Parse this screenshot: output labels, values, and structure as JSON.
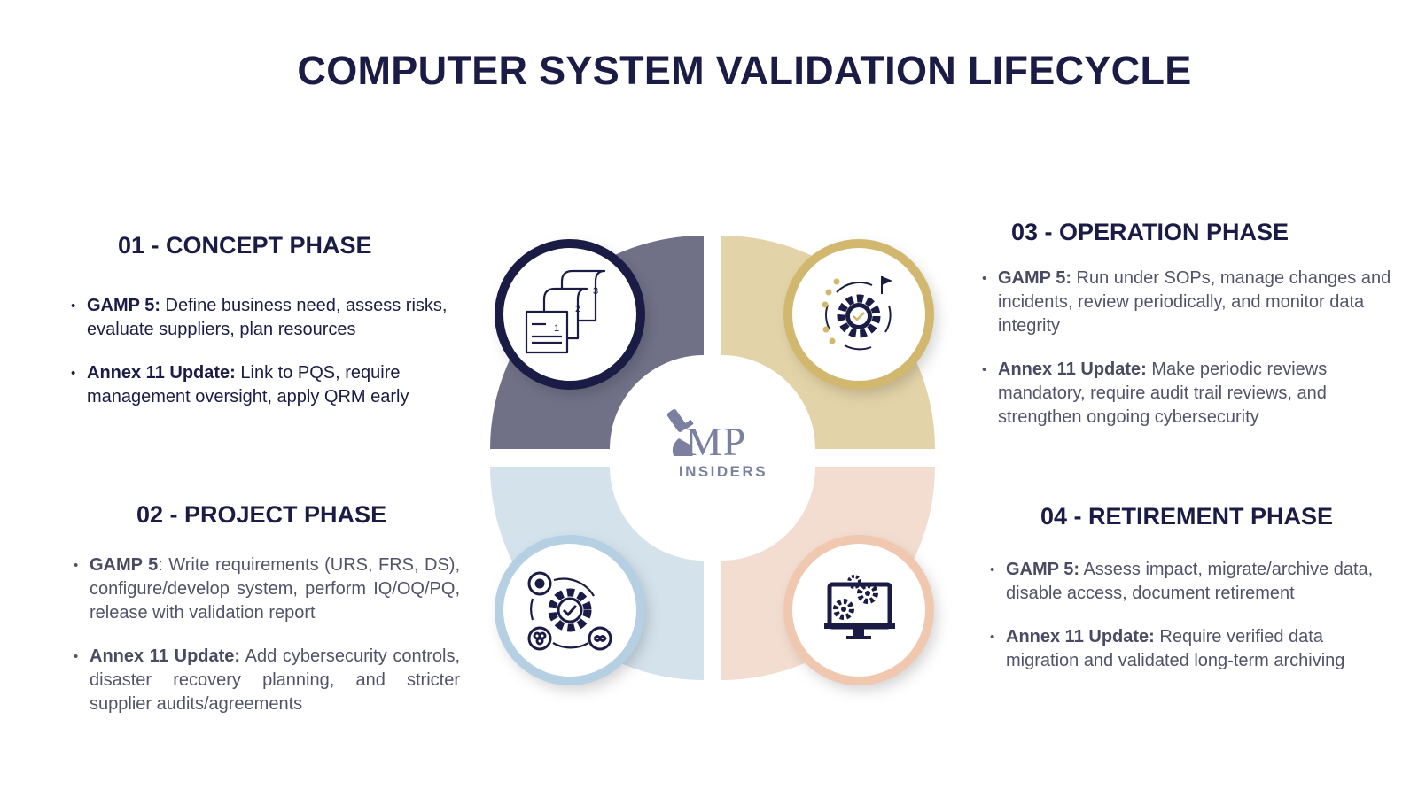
{
  "title": "COMPUTER SYSTEM VALIDATION LIFECYCLE",
  "colors": {
    "navy": "#1b1c45",
    "concept": "#707187",
    "operation": "#e3d3a8",
    "project": "#d4e2ec",
    "retirement": "#f3ddd0",
    "ring_concept": "#1b1c45",
    "ring_operation": "#d2b86f",
    "ring_project": "#b6d0e3",
    "ring_retirement": "#f0c8b0"
  },
  "logo": {
    "text": "GMP",
    "subtext": "INSIDERS"
  },
  "phases": {
    "concept": {
      "title": "01 - CONCEPT PHASE",
      "icon": "stacked-documents-icon",
      "gamp_label": "GAMP 5:",
      "gamp_text": " Define business need, assess risks, evaluate suppliers, plan resources",
      "annex_label": "Annex 11 Update:",
      "annex_text": " Link to PQS, require management oversight, apply QRM early"
    },
    "project": {
      "title": "02 - PROJECT PHASE",
      "icon": "gear-cycle-icon",
      "gamp_label": "GAMP 5",
      "gamp_text": ": Write requirements (URS, FRS, DS), configure/develop system, perform IQ/OQ/PQ, release with validation report",
      "annex_label": "Annex 11 Update:",
      "annex_text": " Add cybersecurity controls, disaster recovery planning, and stricter supplier audits/agreements"
    },
    "operation": {
      "title": "03 - OPERATION PHASE",
      "icon": "gear-check-flag-icon",
      "gamp_label": "GAMP 5:",
      "gamp_text": " Run under SOPs, manage changes and incidents, review periodically, and monitor data integrity",
      "annex_label": "Annex 11 Update:",
      "annex_text": " Make periodic reviews mandatory, require audit trail reviews, and strengthen ongoing cybersecurity"
    },
    "retirement": {
      "title": "04 - RETIREMENT PHASE",
      "icon": "monitor-gears-icon",
      "gamp_label": "GAMP 5:",
      "gamp_text": " Assess impact, migrate/archive data, disable access, document retirement",
      "annex_label": "Annex 11 Update:",
      "annex_text": " Require verified data migration and validated long-term archiving"
    }
  }
}
